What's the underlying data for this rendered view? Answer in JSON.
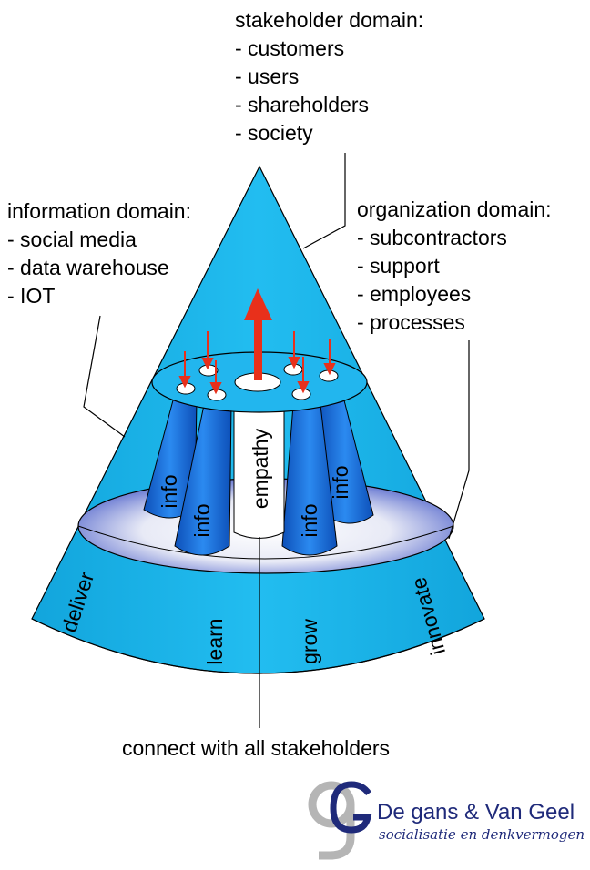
{
  "stakeholder_domain": {
    "title": "stakeholder domain:",
    "items": [
      "- customers",
      "- users",
      "- shareholders",
      "- society"
    ]
  },
  "information_domain": {
    "title": "information domain:",
    "items": [
      "- social media",
      "- data warehouse",
      "- IOT"
    ]
  },
  "organization_domain": {
    "title": "organization domain:",
    "items": [
      "- subcontractors",
      "- support",
      "- employees",
      "- processes"
    ]
  },
  "pillars": {
    "info_labels": [
      "info",
      "info",
      "info",
      "info"
    ],
    "center_label": "empathy"
  },
  "base_labels": [
    "deliver",
    "learn",
    "grow",
    "innovate"
  ],
  "caption": "connect with all stakeholders",
  "logo": {
    "name": "De gans & Van Geel",
    "tagline": "socialisatie en denkvermogen"
  },
  "colors": {
    "cone": "#19b2e8",
    "pillar": "#1c6fd0",
    "arrow": "#e8301b",
    "logo_blue": "#1f2a7a",
    "logo_grey": "#b5b5b5"
  }
}
